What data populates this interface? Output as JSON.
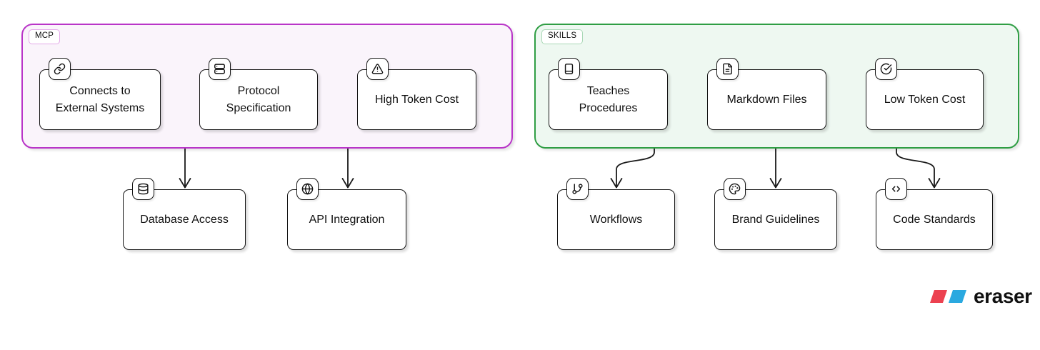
{
  "diagram": {
    "groups": {
      "mcp": {
        "label": "MCP",
        "accent_color": "#b935c8",
        "background_color": "#faf4fb"
      },
      "skills": {
        "label": "SKILLS",
        "accent_color": "#2f9e44",
        "background_color": "#eef8f1"
      }
    },
    "nodes": {
      "connects": {
        "label": "Connects to External Systems",
        "icon": "link-icon",
        "group": "MCP"
      },
      "protocol": {
        "label": "Protocol Specification",
        "icon": "server-icon",
        "group": "MCP"
      },
      "high_token": {
        "label": "High Token Cost",
        "icon": "warning-triangle-icon",
        "group": "MCP"
      },
      "database": {
        "label": "Database Access",
        "icon": "database-icon"
      },
      "api": {
        "label": "API Integration",
        "icon": "globe-icon"
      },
      "teaches": {
        "label": "Teaches Procedures",
        "icon": "book-icon",
        "group": "SKILLS"
      },
      "markdown": {
        "label": "Markdown Files",
        "icon": "file-text-icon",
        "group": "SKILLS"
      },
      "low_token": {
        "label": "Low Token Cost",
        "icon": "check-circle-icon",
        "group": "SKILLS"
      },
      "workflows": {
        "label": "Workflows",
        "icon": "git-branch-icon"
      },
      "brand": {
        "label": "Brand Guidelines",
        "icon": "palette-icon"
      },
      "code_standards": {
        "label": "Code Standards",
        "icon": "code-icon"
      }
    },
    "edges": [
      {
        "from": "MCP group",
        "to": "Database Access",
        "style": "straight-arrow"
      },
      {
        "from": "MCP group",
        "to": "API Integration",
        "style": "straight-arrow"
      },
      {
        "from": "SKILLS group",
        "to": "Workflows",
        "style": "curved-arrow"
      },
      {
        "from": "SKILLS group",
        "to": "Brand Guidelines",
        "style": "straight-arrow"
      },
      {
        "from": "SKILLS group",
        "to": "Code Standards",
        "style": "curved-arrow"
      }
    ]
  },
  "logo": {
    "text": "eraser",
    "red_color": "#ec4150",
    "blue_color": "#2aa9e0"
  }
}
